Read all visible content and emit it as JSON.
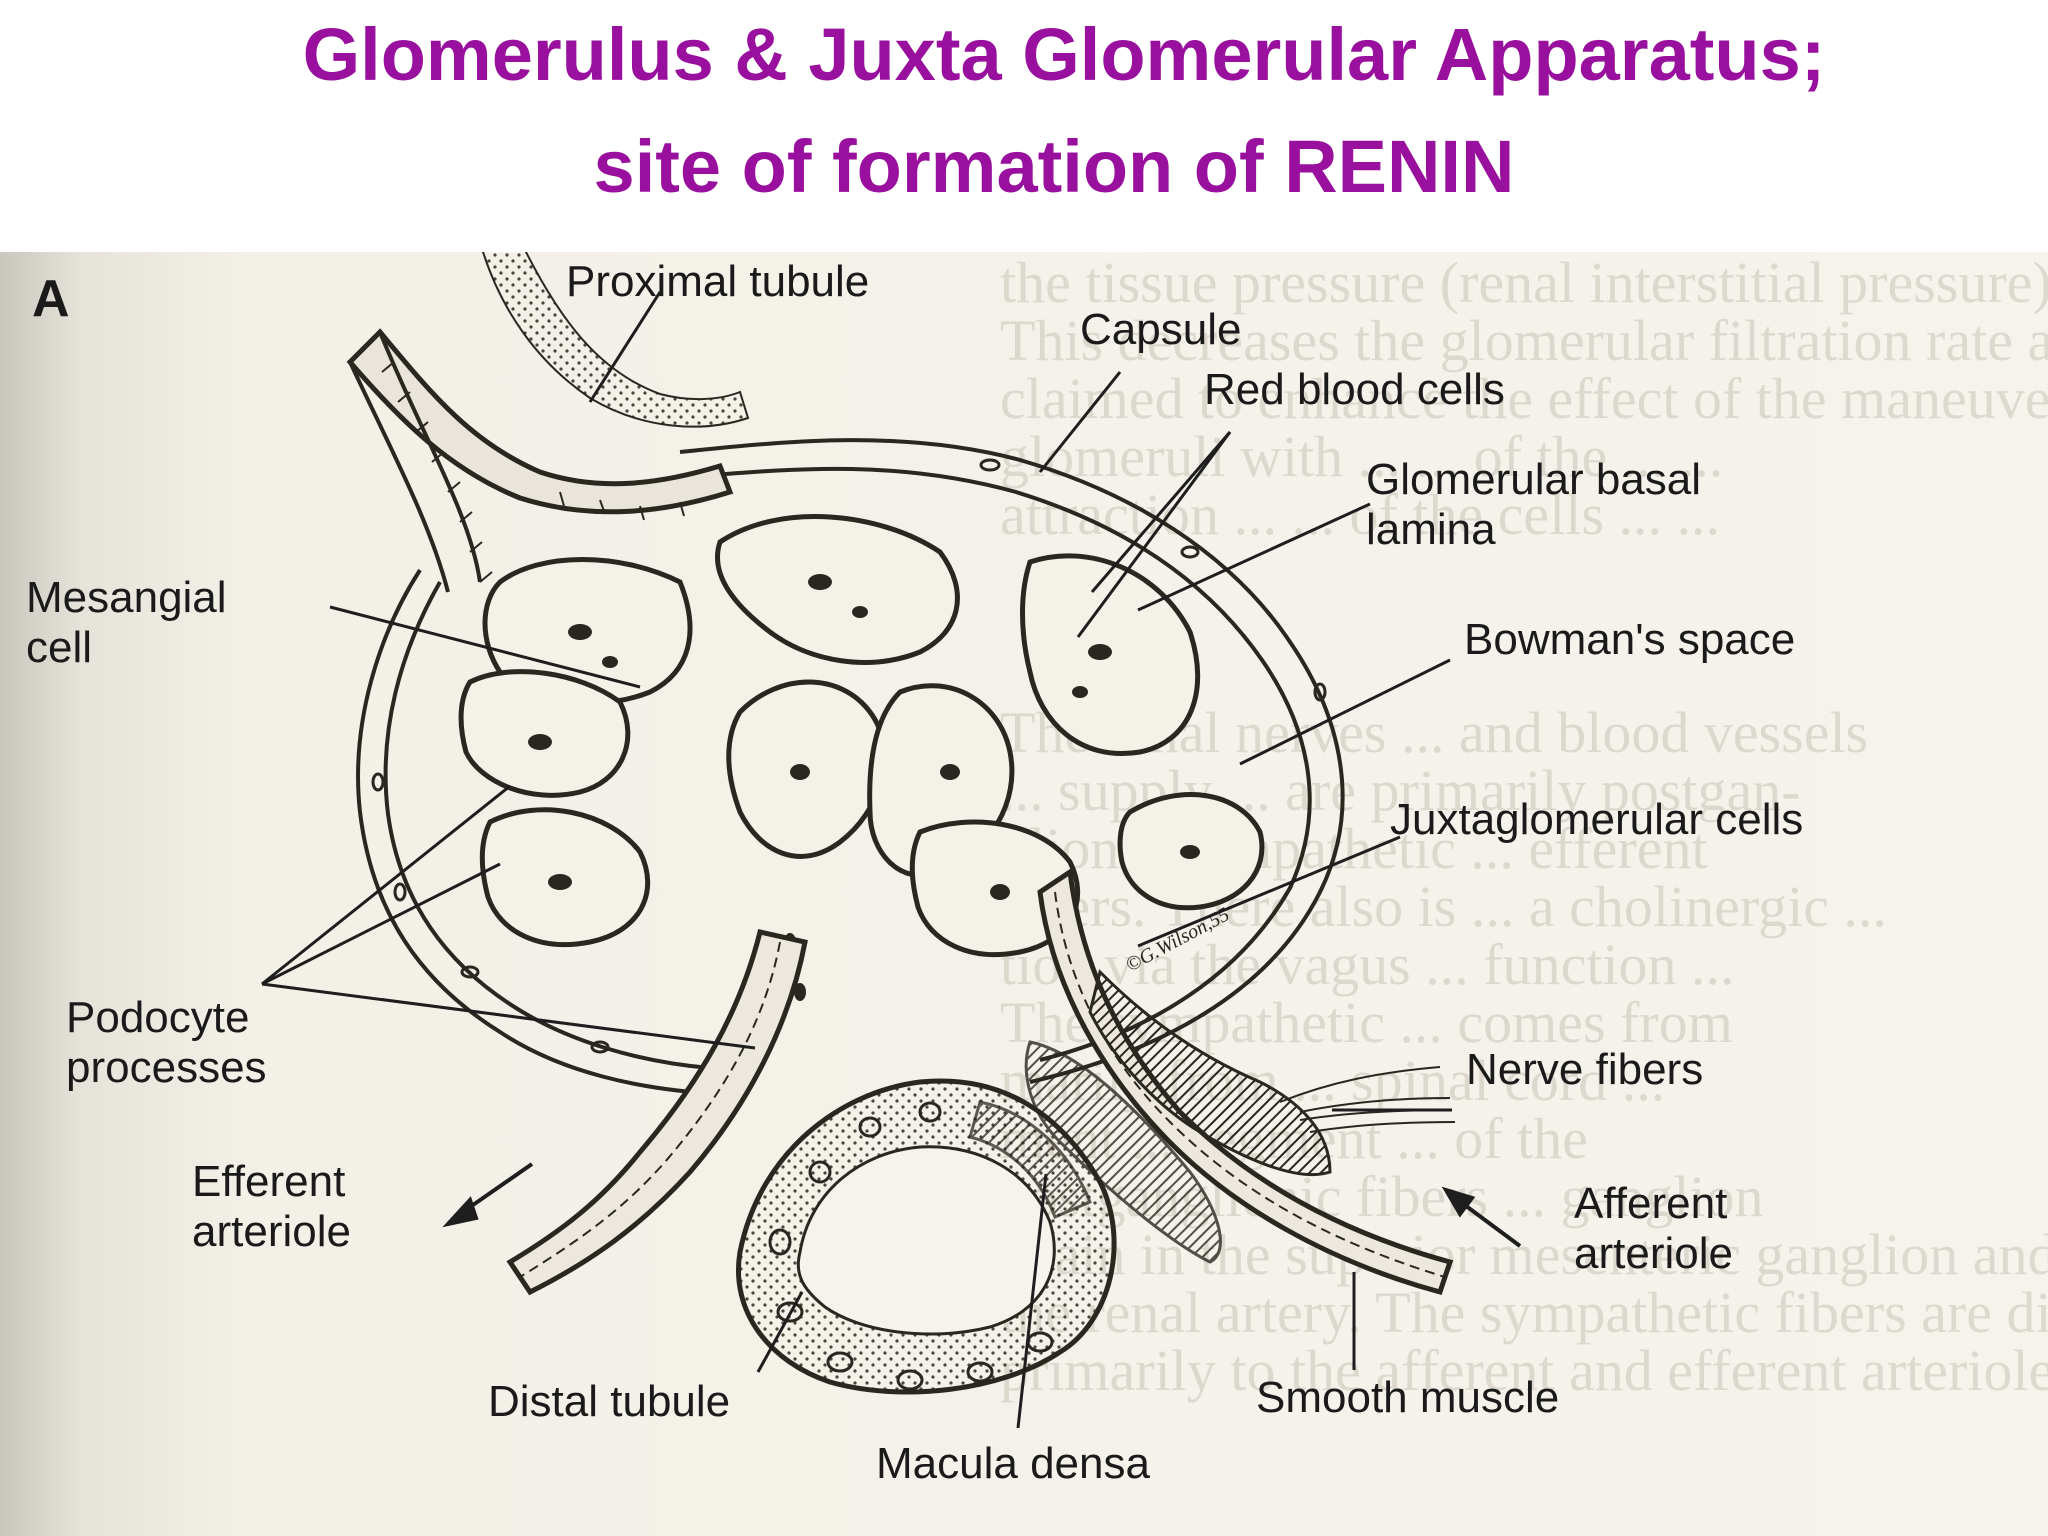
{
  "title": {
    "line1": "Glomerulus & Juxta Glomerular Apparatus;",
    "line2": "site of formation of RENIN"
  },
  "figure": {
    "panel_letter": "A",
    "signature": "©G.Wilson,55",
    "labels": {
      "proximal_tubule": "Proximal tubule",
      "capsule": "Capsule",
      "red_blood_cells": "Red blood cells",
      "glomerular_basal_lamina_1": "Glomerular basal",
      "glomerular_basal_lamina_2": "lamina",
      "mesangial_cell_1": "Mesangial",
      "mesangial_cell_2": "cell",
      "bowmans_space": "Bowman's space",
      "juxtaglomerular_cells": "Juxtaglomerular cells",
      "podocyte_processes_1": "Podocyte",
      "podocyte_processes_2": "processes",
      "nerve_fibers": "Nerve fibers",
      "efferent_arteriole_1": "Efferent",
      "efferent_arteriole_2": "arteriole",
      "afferent_arteriole_1": "Afferent",
      "afferent_arteriole_2": "arteriole",
      "distal_tubule": "Distal tubule",
      "smooth_muscle": "Smooth muscle",
      "macula_densa": "Macula densa"
    }
  },
  "colors": {
    "title": "#99109e",
    "paper": "#f2efe6",
    "ink": "#1e1e1e"
  }
}
